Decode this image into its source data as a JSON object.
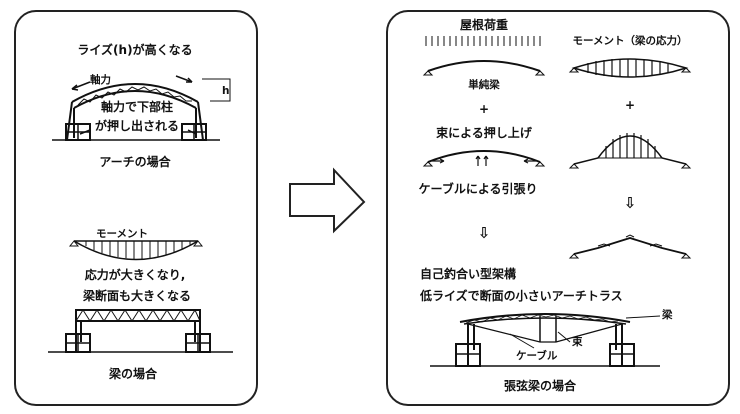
{
  "left_panel": {
    "arch": {
      "rise_label": "ライズ(h)が高くなる",
      "axial_label": "軸力",
      "h_label": "h",
      "push_line1": "軸力で下部柱",
      "push_line2": "が押し出される",
      "caption": "アーチの場合"
    },
    "beam": {
      "moment_label": "モーメント",
      "stress_line1": "応力が大きくなり,",
      "stress_line2": "梁断面も大きくなる",
      "caption": "梁の場合"
    }
  },
  "arrow": {
    "icon": "right-arrow-icon"
  },
  "right_panel": {
    "roof_load_label": "屋根荷重",
    "simple_beam_label": "単純梁",
    "moment_title": "モーメント（梁の応力）",
    "plus_1": "+",
    "plus_2": "+",
    "strut_push_label": "束による押し上げ",
    "cable_tension_label": "ケーブルによる引張り",
    "down_arrow_1": "⇩",
    "down_arrow_2": "⇩",
    "result_line1": "自己釣合い型架構",
    "result_line2": "低ライズで断面の小さいアーチトラス",
    "beam_label": "梁",
    "strut_label": "束",
    "cable_label": "ケーブル",
    "caption": "張弦梁の場合"
  }
}
